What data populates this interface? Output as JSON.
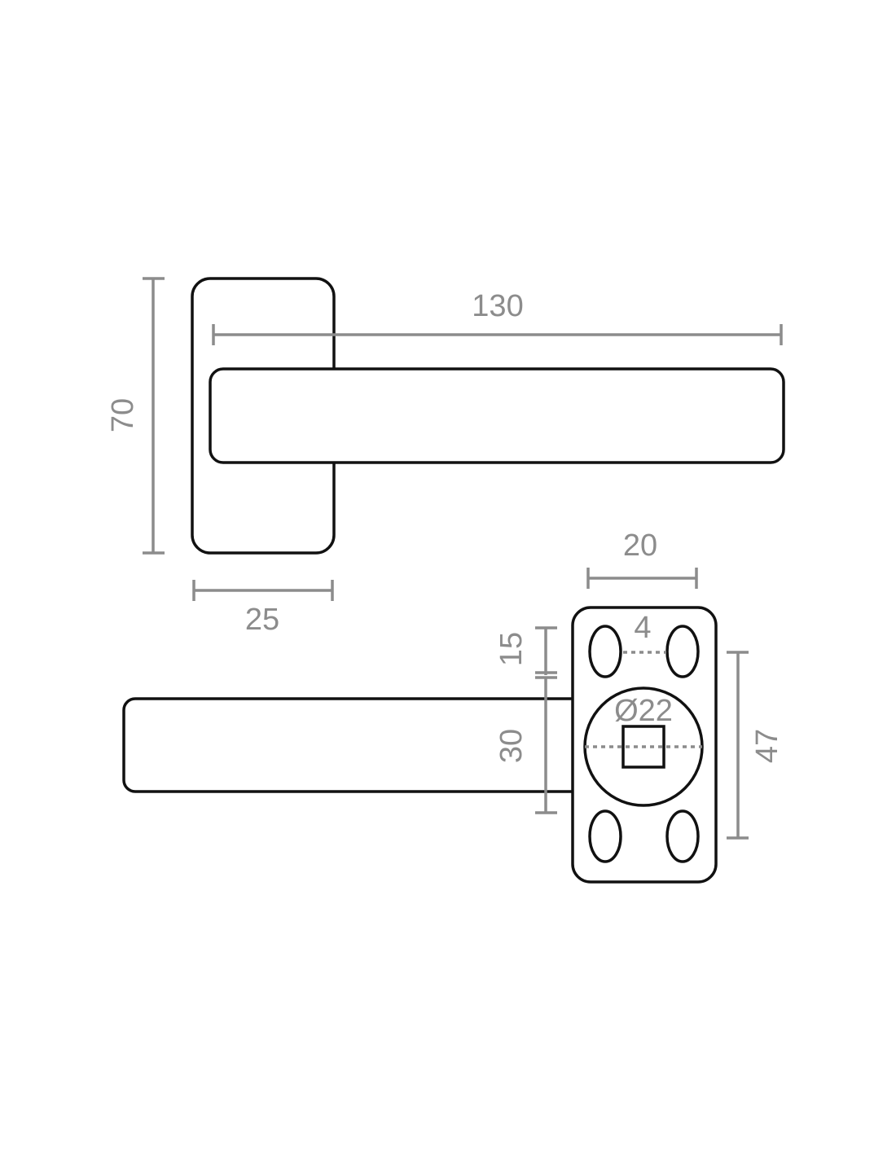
{
  "title": "Lever handle dimension drawing",
  "colors": {
    "outline": "#111111",
    "dimension": "#8c8c8c",
    "background": "#ffffff"
  },
  "dimensions": {
    "rose_height": "70",
    "lever_length": "130",
    "rose_width_side": "25",
    "rose_width_front": "20",
    "slot_offset": "15",
    "lever_height": "30",
    "slot_gap": "4",
    "spindle_diameter": "Ø22",
    "slot_spacing": "47"
  }
}
